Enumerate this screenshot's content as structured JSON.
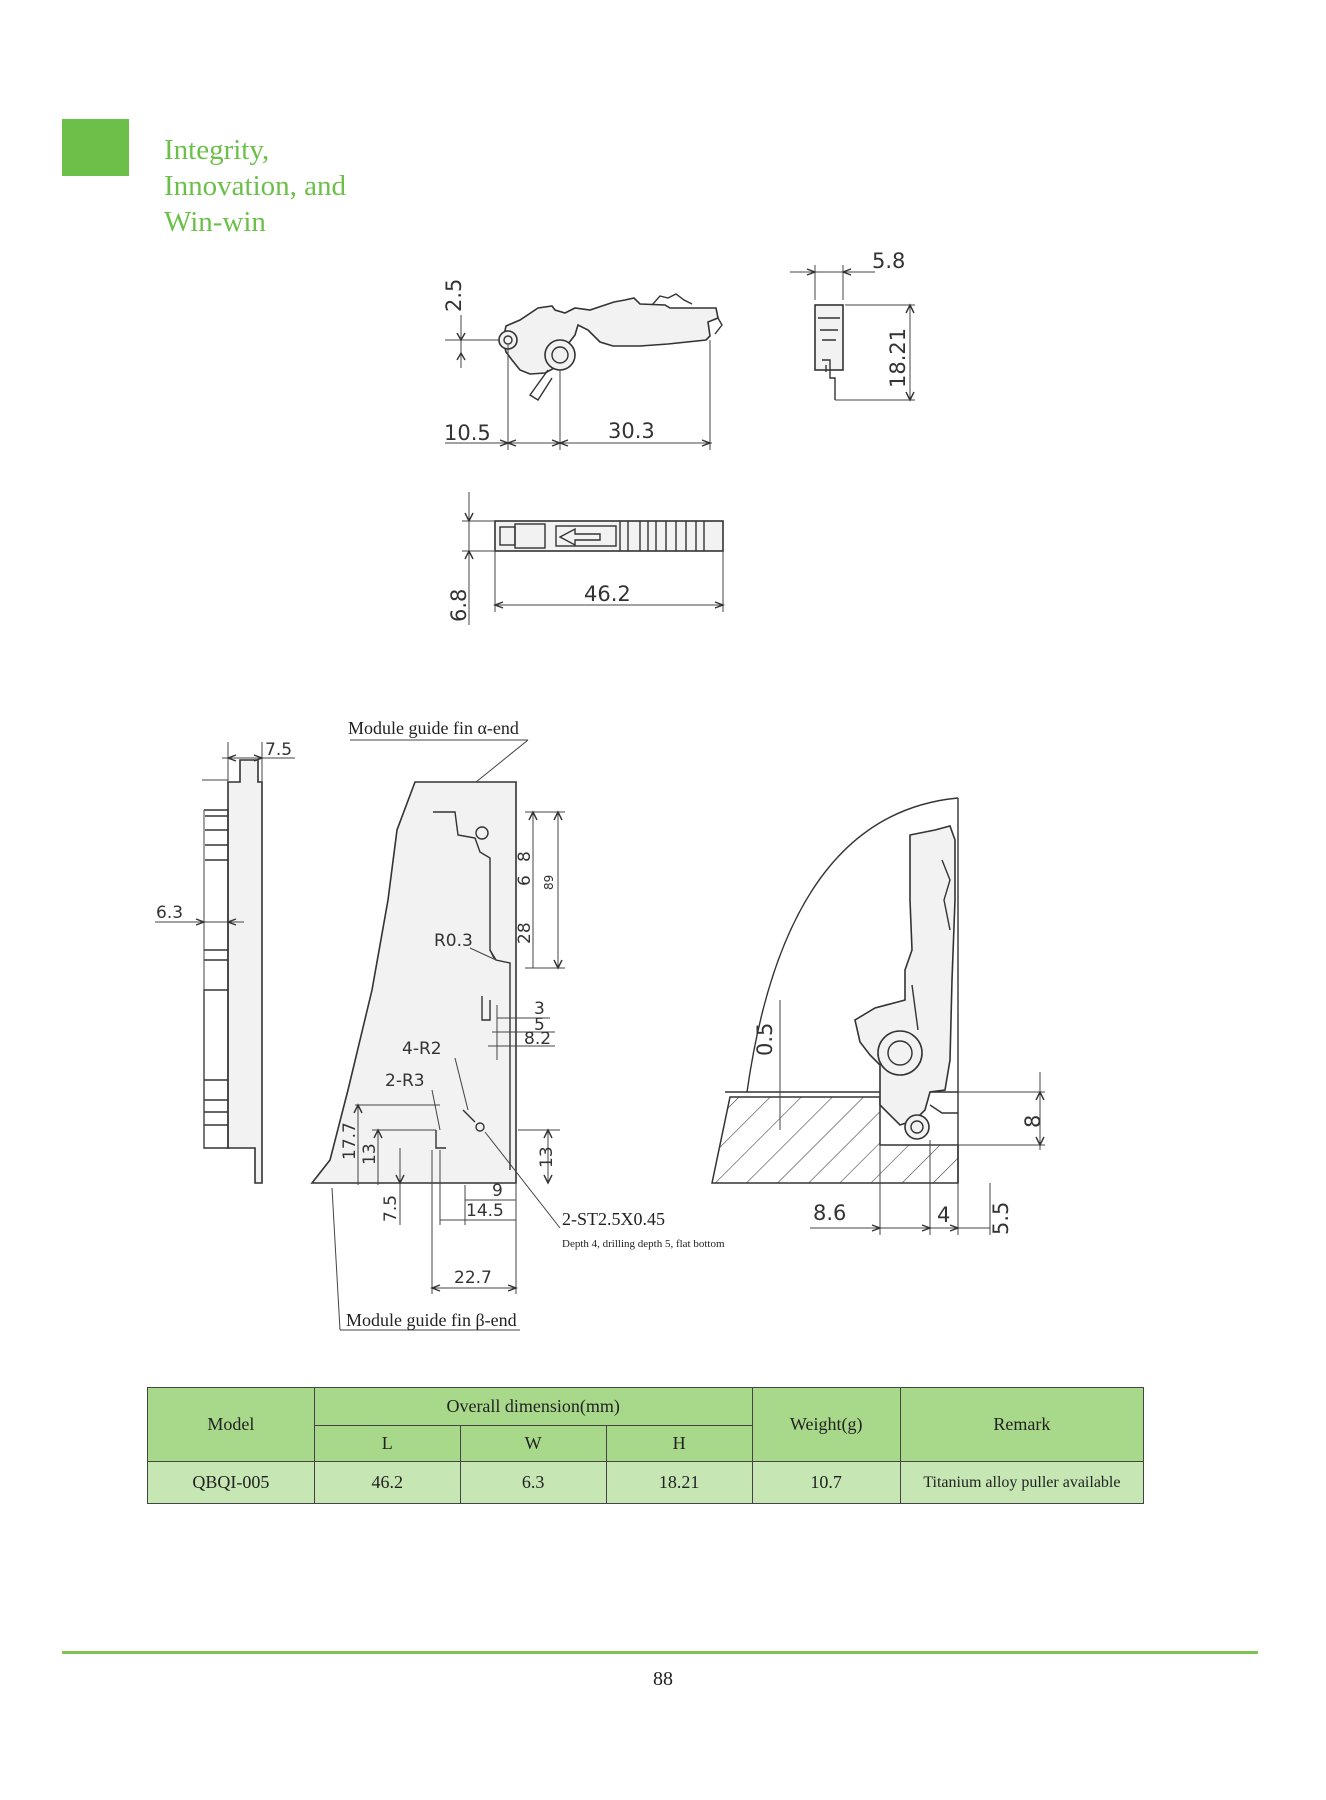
{
  "header": {
    "slogan_lines": [
      "Integrity,",
      "Innovation, and",
      "Win-win"
    ],
    "accent_color": "#6cc04a"
  },
  "drawing_top": {
    "dim_height_small": "2.5",
    "dim_left": "10.5",
    "dim_main": "30.3",
    "dim_width": "5.8",
    "dim_height": "18.21",
    "dim_thickness": "6.8",
    "dim_length": "46.2"
  },
  "drawing_bottom": {
    "label_alpha_end": "Module guide fin α-end",
    "label_beta_end": "Module guide fin β-end",
    "dim_side_top": "7.5",
    "dim_side_width": "6.3",
    "dim_r03": "R0.3",
    "dim_v8": "8",
    "dim_v6": "6",
    "dim_v89": "89",
    "dim_v28": "28",
    "dim_3": "3",
    "dim_5": "5",
    "dim_82": "8.2",
    "dim_4r2": "4-R2",
    "dim_2r3": "2-R3",
    "dim_177": "17.7",
    "dim_13a": "13",
    "dim_13b": "13",
    "dim_75": "7.5",
    "dim_9": "9",
    "dim_145": "14.5",
    "dim_227": "22.7",
    "screw_note": "2-ST2.5X0.45",
    "screw_detail": "Depth 4, drilling depth 5, flat bottom",
    "dim_05": "0.5",
    "dim_86": "8.6",
    "dim_4": "4",
    "dim_55": "5.5",
    "dim_8b": "8"
  },
  "table": {
    "col_model": "Model",
    "col_overall": "Overall dimension(mm)",
    "col_l": "L",
    "col_w": "W",
    "col_h": "H",
    "col_weight": "Weight(g)",
    "col_remark": "Remark",
    "row": {
      "model": "QBQI-005",
      "l": "46.2",
      "w": "6.3",
      "h": "18.21",
      "weight": "10.7",
      "remark": "Titanium alloy puller available"
    },
    "header_color": "#a8d88a",
    "body_color": "#c6e6b3"
  },
  "footer": {
    "page_number": "88"
  }
}
